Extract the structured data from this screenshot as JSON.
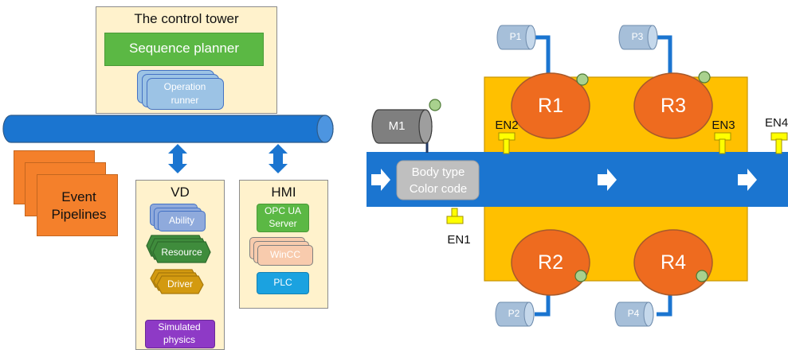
{
  "left_diagram": {
    "control_tower": {
      "title": "The control tower",
      "sequence_planner": "Sequence planner",
      "operation_runner": "Operation runner"
    },
    "event_pipelines": "Event Pipelines",
    "vd": {
      "title": "VD",
      "ability": "Ability",
      "resource": "Resource",
      "driver": "Driver",
      "simulated_physics": "Simulated physics"
    },
    "hmi": {
      "title": "HMI",
      "opc_ua_server": "OPC UA Server",
      "wincc": "WinCC",
      "plc": "PLC"
    }
  },
  "right_diagram": {
    "motor": "M1",
    "conveyor_label": "Body type Color code",
    "robots": [
      "R1",
      "R2",
      "R3",
      "R4"
    ],
    "pumps": [
      "P1",
      "P2",
      "P3",
      "P4"
    ],
    "sensors": [
      "EN1",
      "EN2",
      "EN3",
      "EN4"
    ]
  },
  "colors": {
    "blue": "#1b75d0",
    "orange_robot": "#ee6b1f",
    "yellow_cell": "#ffc000",
    "sequence_green": "#5bb844",
    "cream_box": "#fff2cc",
    "vd_purple": "#8e3ac6",
    "plc_blue": "#1ba2e0"
  }
}
